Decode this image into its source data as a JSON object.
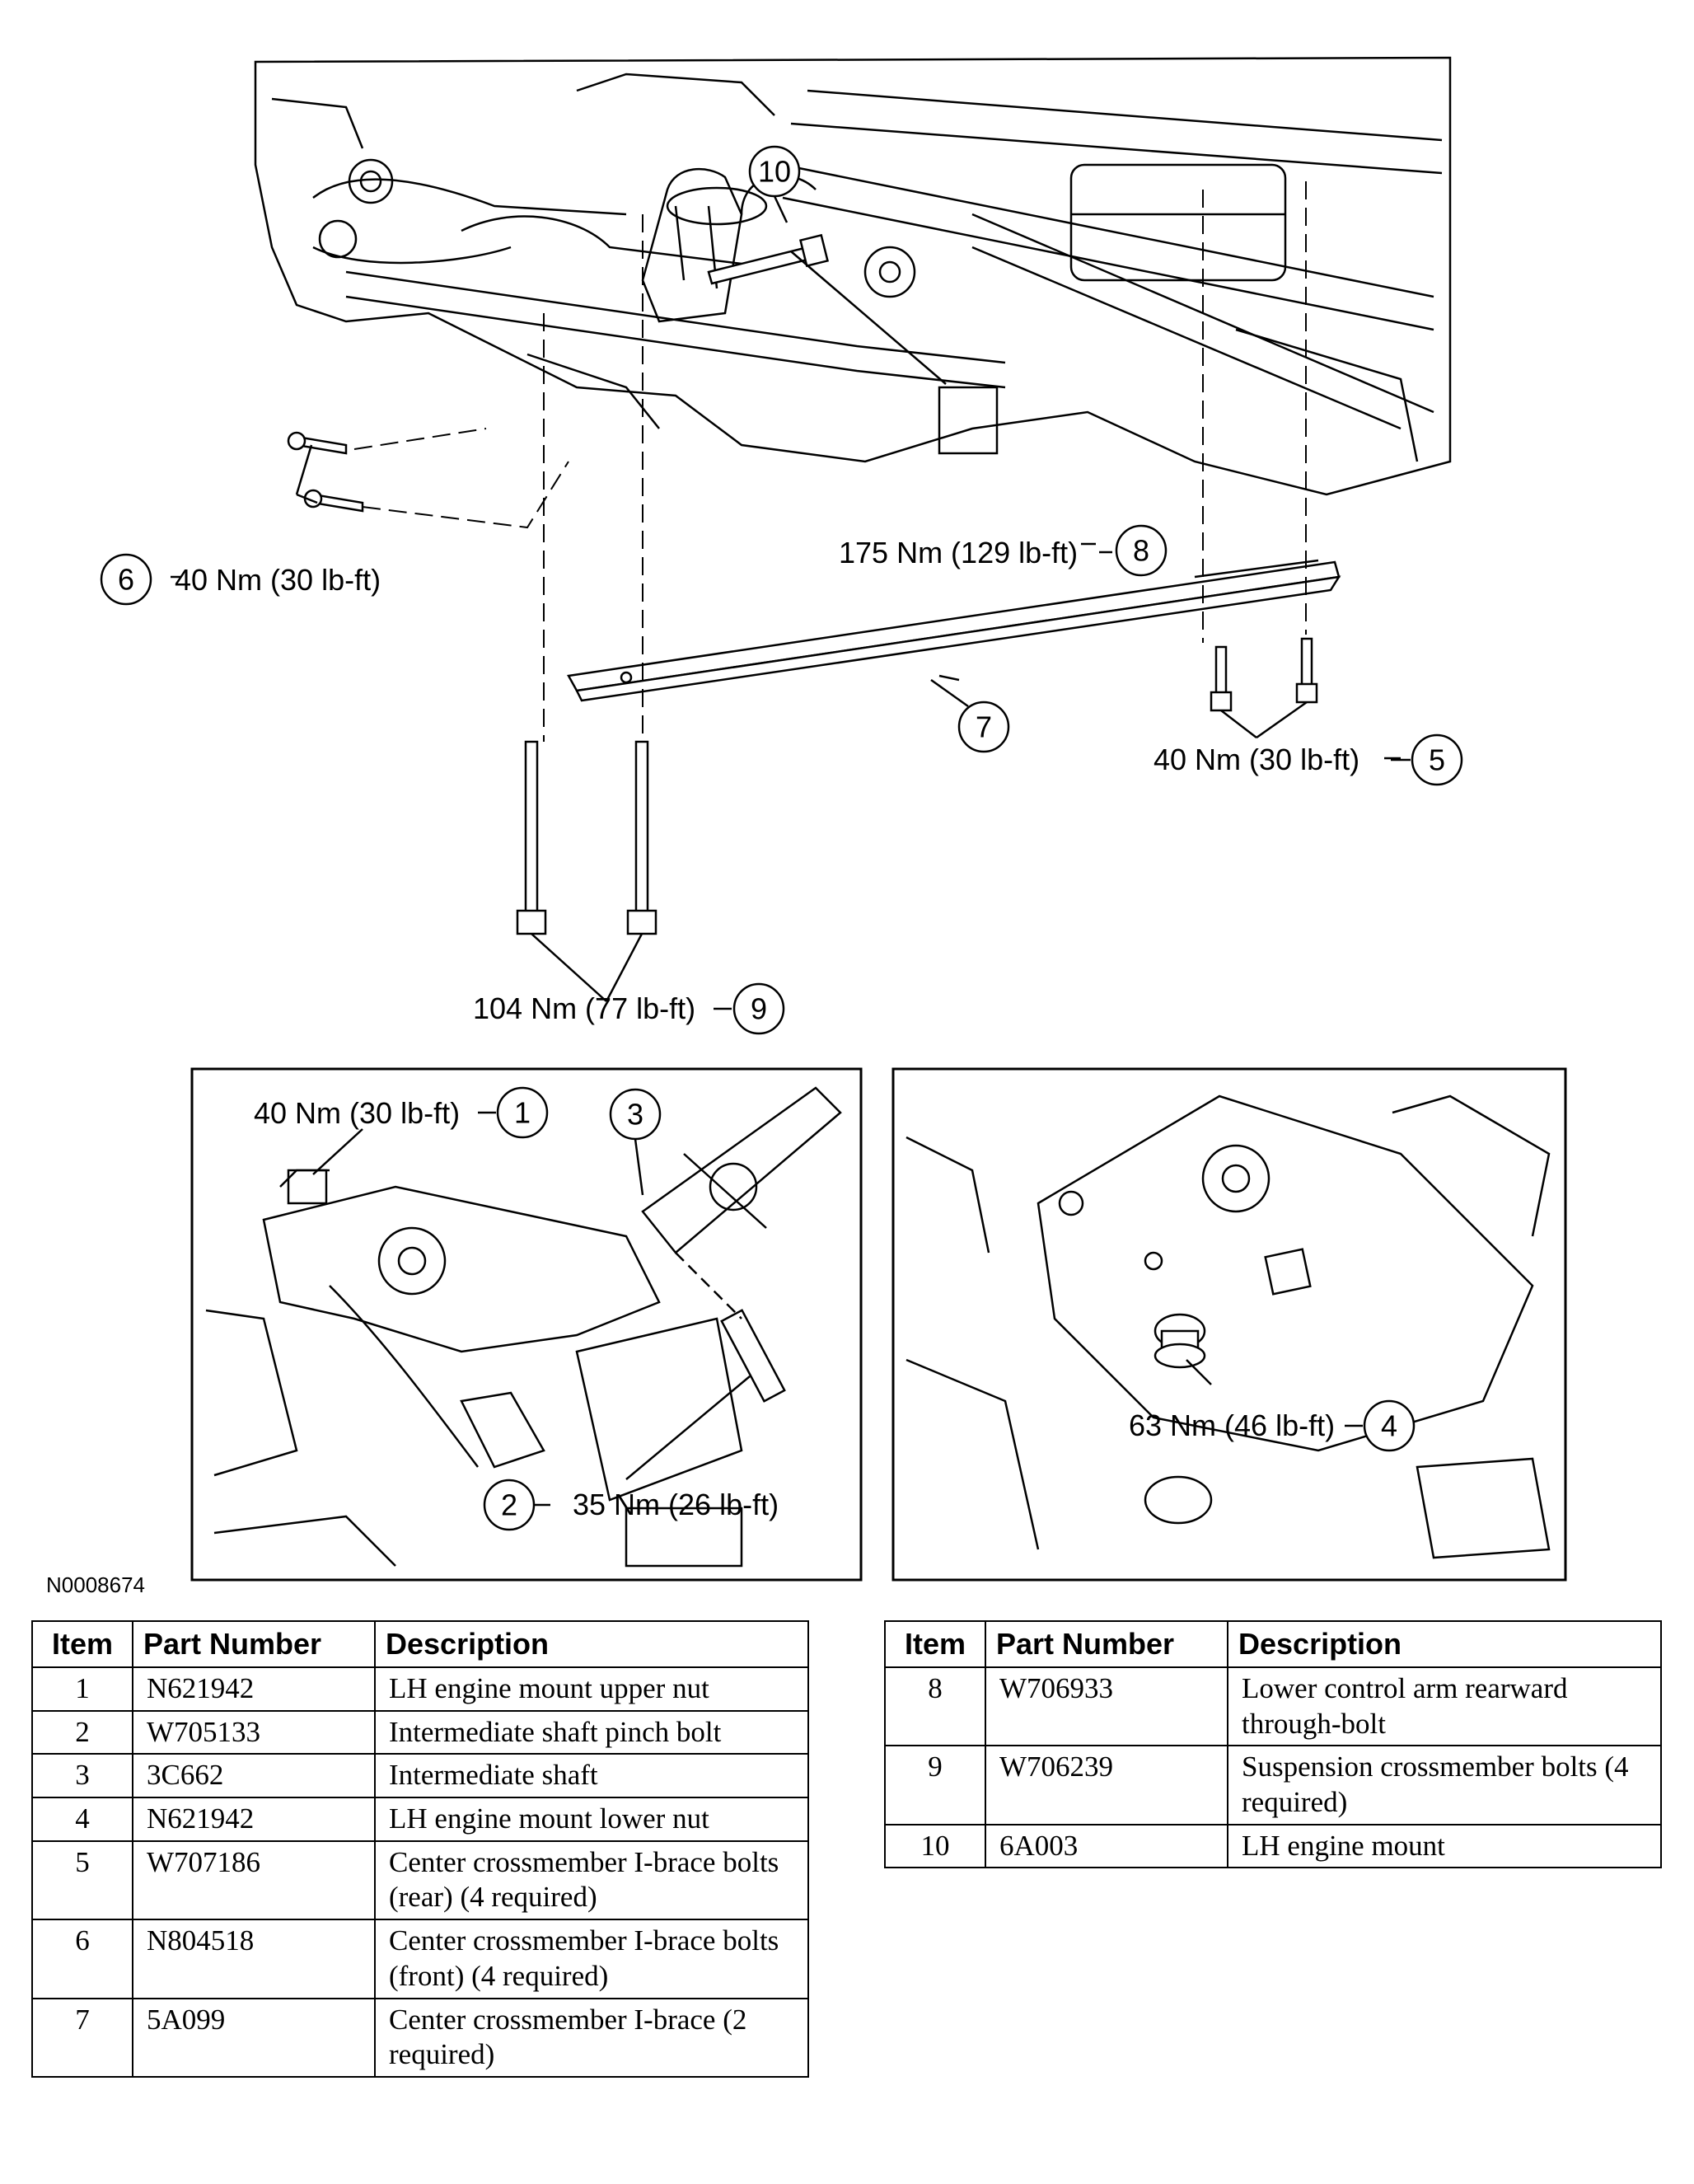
{
  "figure_id": "N0008674",
  "callouts": {
    "c1": {
      "num": "1",
      "torque": "40 Nm (30 lb-ft)"
    },
    "c2": {
      "num": "2",
      "torque": "35 Nm (26 lb-ft)"
    },
    "c3": {
      "num": "3"
    },
    "c4": {
      "num": "4",
      "torque": "63 Nm (46 lb-ft)"
    },
    "c5": {
      "num": "5",
      "torque": "40 Nm (30 lb-ft)"
    },
    "c6": {
      "num": "6",
      "torque": "40 Nm (30 lb-ft)"
    },
    "c7": {
      "num": "7"
    },
    "c8": {
      "num": "8",
      "torque": "175 Nm (129 lb-ft)"
    },
    "c9": {
      "num": "9",
      "torque": "104 Nm (77 lb-ft)"
    },
    "c10": {
      "num": "10"
    }
  },
  "table": {
    "headers": [
      "Item",
      "Part Number",
      "Description"
    ],
    "left_rows": [
      {
        "item": "1",
        "part": "N621942",
        "desc": "LH engine mount upper nut"
      },
      {
        "item": "2",
        "part": "W705133",
        "desc": "Intermediate shaft pinch bolt"
      },
      {
        "item": "3",
        "part": "3C662",
        "desc": "Intermediate shaft"
      },
      {
        "item": "4",
        "part": "N621942",
        "desc": "LH engine mount lower nut"
      },
      {
        "item": "5",
        "part": "W707186",
        "desc": "Center crossmember I-brace bolts (rear) (4 required)"
      },
      {
        "item": "6",
        "part": "N804518",
        "desc": "Center crossmember I-brace bolts (front) (4 required)"
      },
      {
        "item": "7",
        "part": "5A099",
        "desc": "Center crossmember I-brace (2 required)"
      }
    ],
    "right_rows": [
      {
        "item": "8",
        "part": "W706933",
        "desc": "Lower control arm rearward through-bolt"
      },
      {
        "item": "9",
        "part": "W706239",
        "desc": "Suspension crossmember bolts (4 required)"
      },
      {
        "item": "10",
        "part": "6A003",
        "desc": "LH engine mount"
      }
    ]
  }
}
